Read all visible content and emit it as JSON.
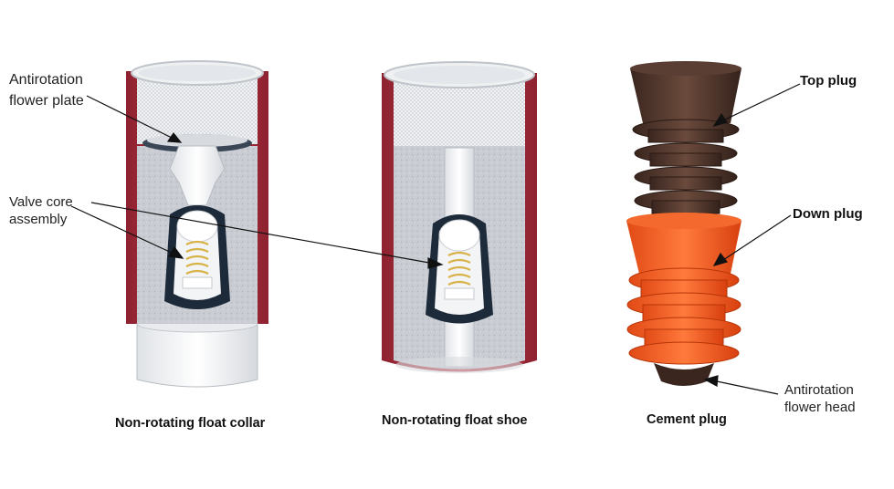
{
  "labels": {
    "antirotation_flower_plate_line1": "Antirotation",
    "antirotation_flower_plate_line2": "flower plate",
    "valve_core_line1": "Valve core",
    "valve_core_line2": "assembly",
    "top_plug": "Top plug",
    "down_plug": "Down plug",
    "antirotation_flower_head_line1": "Antirotation",
    "antirotation_flower_head_line2": "flower head"
  },
  "captions": {
    "float_collar": "Non-rotating float collar",
    "float_shoe": "Non-rotating float shoe",
    "cement_plug": "Cement plug"
  },
  "colors": {
    "casing_red": "#b8323f",
    "cement_gray": "#c9cdd3",
    "steel_white": "#f2f3f5",
    "valve_dark": "#1d2a3a",
    "spring_gold": "#d9b24a",
    "top_plug_brown": "#4a3229",
    "down_plug_orange": "#f15a22"
  }
}
